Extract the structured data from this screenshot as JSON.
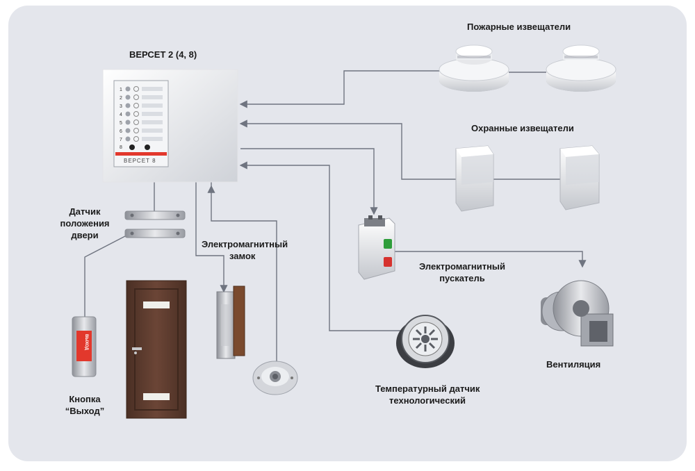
{
  "labels": {
    "controller": "ВЕРСЕТ 2 (4, 8)",
    "fire_detectors": "Пожарные извещатели",
    "security_detectors": "Охранные извещатели",
    "door_sensor_l1": "Датчик",
    "door_sensor_l2": "положения",
    "door_sensor_l3": "двери",
    "em_lock_l1": "Электромагнитный",
    "em_lock_l2": "замок",
    "em_starter_l1": "Электромагнитный",
    "em_starter_l2": "пускатель",
    "ventilation": "Вентиляция",
    "temp_sensor_l1": "Температурный датчик",
    "temp_sensor_l2": "технологический",
    "exit_button_l1": "Кнопка",
    "exit_button_l2": "“Выход”"
  },
  "controller_panel": {
    "zone_numbers": [
      "1",
      "2",
      "3",
      "4",
      "5",
      "6",
      "7",
      "8"
    ],
    "device_name": "ВЕРСЕТ 8"
  },
  "exit_button": {
    "text": "ВЫХОД"
  },
  "colors": {
    "background": "#e4e6ec",
    "wire": "#6f7480",
    "starter_green": "#2e9d3a",
    "starter_red": "#d6322e",
    "panel_red": "#e2382c",
    "door_wood": "#5b3b2e"
  }
}
